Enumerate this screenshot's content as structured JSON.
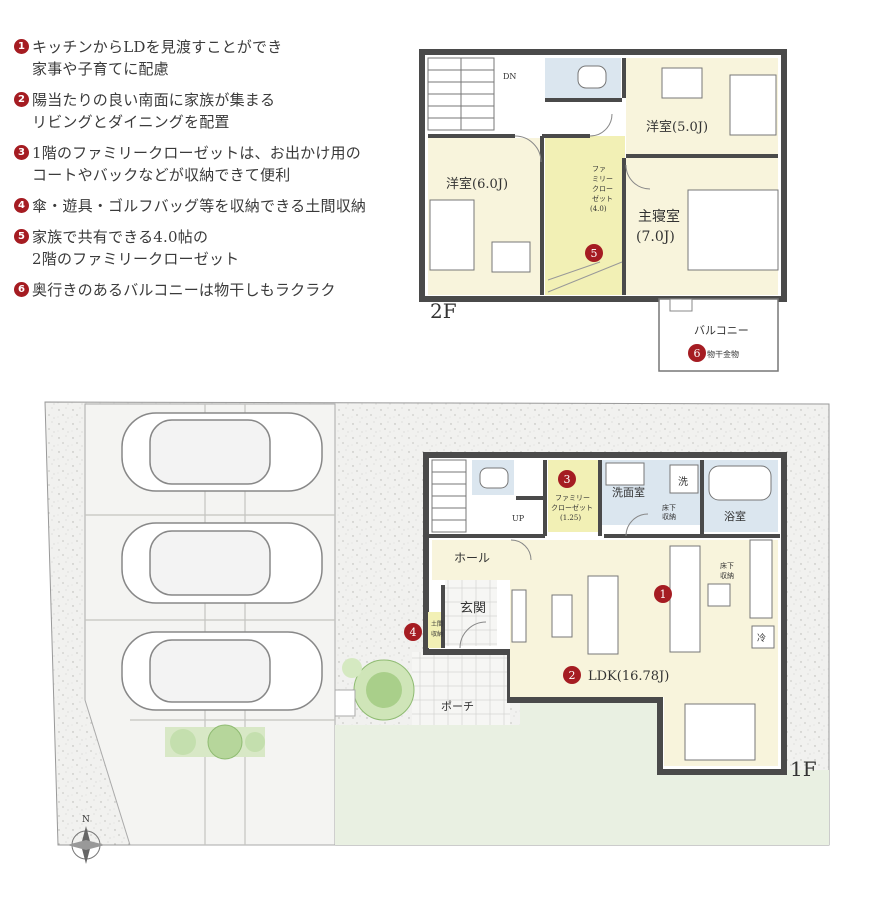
{
  "points": [
    {
      "num": "1",
      "lines": [
        "キッチンからLDを見渡すことができ",
        "家事や子育てに配慮"
      ]
    },
    {
      "num": "2",
      "lines": [
        "陽当たりの良い南面に家族が集まる",
        "リビングとダイニングを配置"
      ]
    },
    {
      "num": "3",
      "lines": [
        "1階のファミリークローゼットは、お出かけ用の",
        "コートやバックなどが収納できて便利"
      ]
    },
    {
      "num": "4",
      "lines": [
        "傘・遊具・ゴルフバッグ等を収納できる土間収納"
      ]
    },
    {
      "num": "5",
      "lines": [
        "家族で共有できる4.0帖の",
        "2階のファミリークローゼット"
      ]
    },
    {
      "num": "6",
      "lines": [
        "奥行きのあるバルコニーは物干しもラクラク"
      ]
    }
  ],
  "floor2": {
    "label": "2F",
    "dn": "DN",
    "room_w50": "洋室(5.0J)",
    "room_w60": "洋室(6.0J)",
    "room_master_1": "主寝室",
    "room_master_2": "(7.0J)",
    "closet_lines": [
      "ファ",
      "ミリー",
      "クロー",
      "ゼット",
      "(4.0)"
    ],
    "balcony": "バルコニー",
    "hanger": "物干金物",
    "badge5": "5",
    "badge6": "6"
  },
  "floor1": {
    "label": "1F",
    "up": "UP",
    "hall": "ホール",
    "entrance": "玄関",
    "porch": "ポーチ",
    "closet_lines": [
      "ファミリー",
      "クローゼット",
      "(1.25)"
    ],
    "washroom": "洗面室",
    "wash": "洗",
    "underfloor_a": [
      "床下",
      "収納"
    ],
    "bath": "浴室",
    "underfloor_b": [
      "床下",
      "収納"
    ],
    "fridge": "冷",
    "doma": [
      "土間",
      "収納"
    ],
    "ldk": "LDK(16.78J)",
    "north": "N",
    "badge1": "1",
    "badge2": "2",
    "badge3": "3",
    "badge4": "4"
  }
}
